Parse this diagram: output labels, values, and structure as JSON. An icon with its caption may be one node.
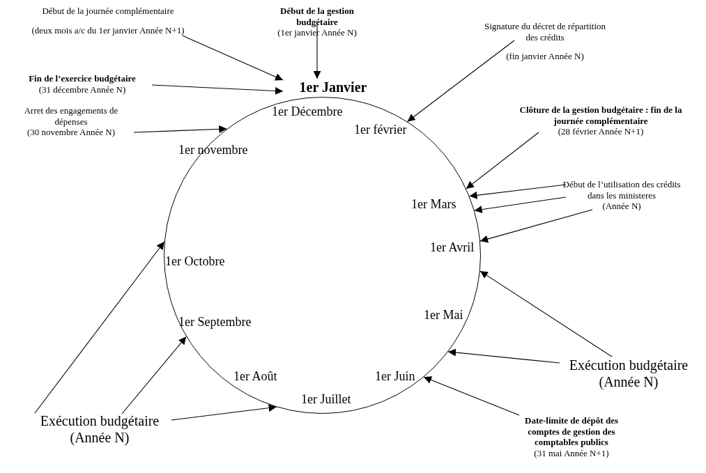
{
  "diagram": {
    "nodes": [
      {
        "text": [
          "Début de la journée complémentaire",
          "(deux mois a/c du 1er janvier Année N+1)"
        ]
      },
      {
        "text": [
          "Début de la gestion budgétaire",
          "(1er janvier Année N)"
        ]
      },
      {
        "text": [
          "Signature du décret de répartition des crédits",
          "(fin janvier Année N)"
        ]
      },
      {
        "text": [
          "Fin de l’exercice budgétaire",
          "(31 décembre Année N)"
        ]
      },
      {
        "text": [
          "1er Janvier"
        ]
      },
      {
        "text": [
          "Arret des engagements de dépenses",
          "(30 novembre Année N)"
        ]
      },
      {
        "text": [
          "Clôture de la gestion budgétaire : fin de la journée complémentaire",
          "(28 février Année N+1)"
        ]
      },
      {
        "text": [],
        "shape": "circle"
      },
      {
        "text": [
          "Début de l’utilisation des crédits dans les ministeres",
          "(Année N)"
        ]
      },
      {
        "text": [
          "Exécution budgétaire",
          "(Année N)"
        ]
      },
      {
        "text": [
          "Date-limite de dépôt des comptes de gestion des comptables publics",
          "(31 mai Année N+1)"
        ]
      },
      {
        "text": [
          "Exécution budgétaire",
          "(Année N)"
        ]
      }
    ],
    "edges": [
      {
        "from": 0,
        "to": 4,
        "arrow": "to"
      },
      {
        "from": 1,
        "to": 4,
        "arrow": "to"
      },
      {
        "from": 3,
        "to": 4,
        "arrow": "to"
      },
      {
        "from": 2,
        "to": 7,
        "arrow": "to"
      },
      {
        "from": 5,
        "to": 7,
        "arrow": "to"
      },
      {
        "from": 6,
        "to": 7,
        "arrow": "to"
      },
      {
        "from": 8,
        "to": 7,
        "arrow": "to"
      },
      {
        "from": 8,
        "to": 7,
        "arrow": "to"
      },
      {
        "from": 8,
        "to": 7,
        "arrow": "to"
      },
      {
        "from": 9,
        "to": 7,
        "arrow": "to"
      },
      {
        "from": 9,
        "to": 7,
        "arrow": "to"
      },
      {
        "from": 10,
        "to": 7,
        "arrow": "to"
      },
      {
        "from": 11,
        "to": 7,
        "arrow": "to"
      },
      {
        "from": 11,
        "to": 7,
        "arrow": "to"
      },
      {
        "from": 11,
        "to": 7,
        "arrow": "to"
      }
    ],
    "labels": [
      "1er Décembre",
      "1er février",
      "1er novembre",
      "1er Mars",
      "1er Avril",
      "1er Octobre",
      "1er Septembre",
      "1er Mai",
      "1er Août",
      "1er Juin",
      "1er Juillet"
    ]
  }
}
